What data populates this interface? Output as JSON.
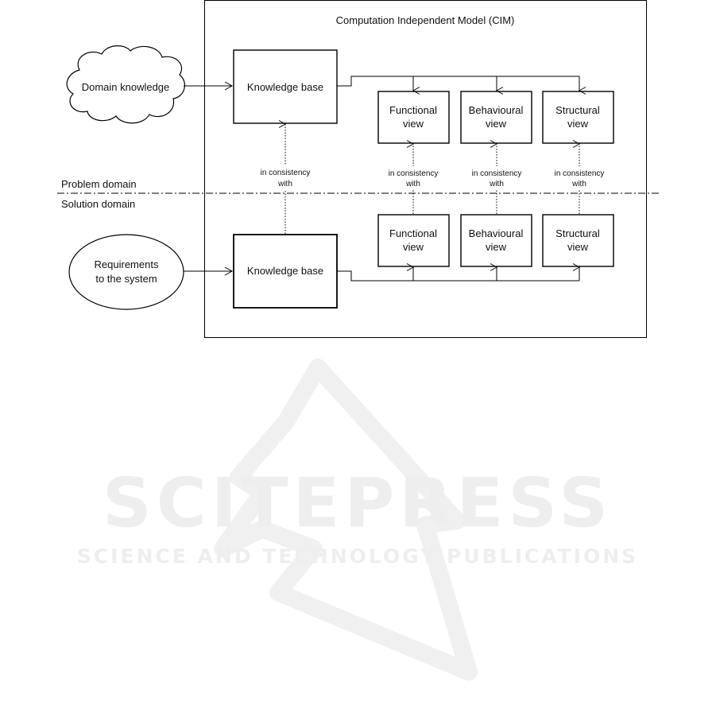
{
  "diagram": {
    "cim_title": "Computation Independent Model (CIM)",
    "domain_knowledge": "Domain knowledge",
    "requirements": [
      "Requirements",
      "to the system"
    ],
    "problem_domain": "Problem domain",
    "solution_domain": "Solution domain",
    "problem": {
      "knowledge_base": "Knowledge base",
      "functional_view": [
        "Functional",
        "view"
      ],
      "behavioural_view": [
        "Behavioural",
        "view"
      ],
      "structural_view": [
        "Structural",
        "view"
      ]
    },
    "solution": {
      "knowledge_base": "Knowledge base",
      "functional_view": [
        "Functional",
        "view"
      ],
      "behavioural_view": [
        "Behavioural",
        "view"
      ],
      "structural_view": [
        "Structural",
        "view"
      ]
    },
    "consistency": [
      "in consistency",
      "with"
    ]
  },
  "watermark": {
    "title": "SCITEPRESS",
    "subtitle": "SCIENCE AND TECHNOLOGY PUBLICATIONS"
  },
  "colors": {
    "line": "#000000",
    "watermark": "#eeeeee"
  }
}
